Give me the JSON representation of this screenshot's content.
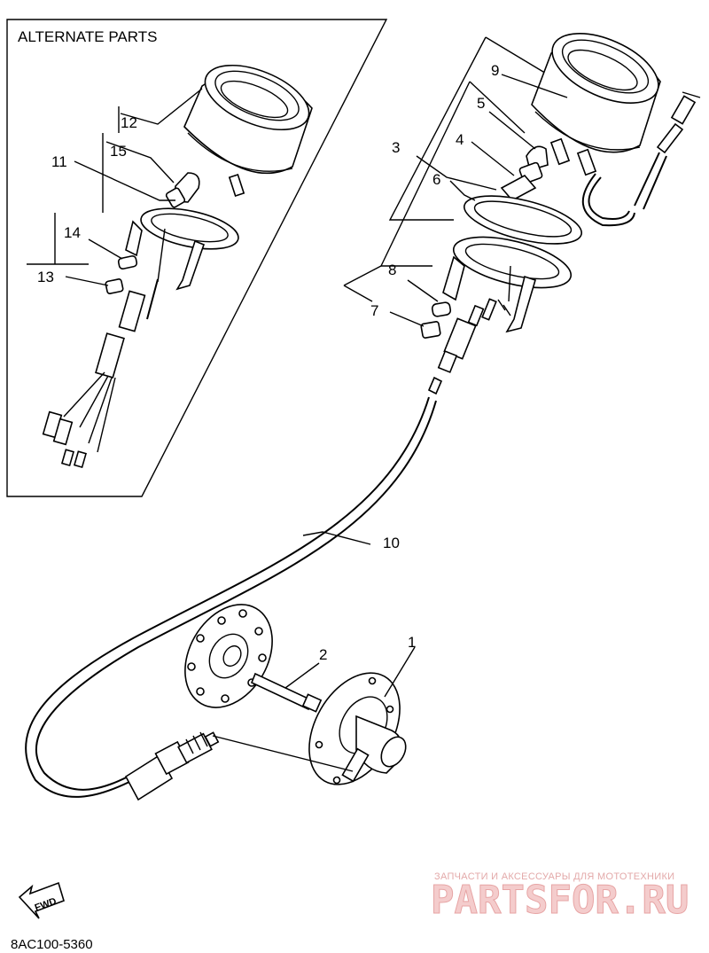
{
  "inset": {
    "title": "ALTERNATE PARTS"
  },
  "callouts": [
    {
      "id": "c1",
      "label": "1"
    },
    {
      "id": "c2",
      "label": "2"
    },
    {
      "id": "c3",
      "label": "3"
    },
    {
      "id": "c4",
      "label": "4"
    },
    {
      "id": "c5",
      "label": "5"
    },
    {
      "id": "c6",
      "label": "6"
    },
    {
      "id": "c7",
      "label": "7"
    },
    {
      "id": "c8",
      "label": "8"
    },
    {
      "id": "c9",
      "label": "9"
    },
    {
      "id": "c10",
      "label": "10"
    },
    {
      "id": "c11",
      "label": "11"
    },
    {
      "id": "c12",
      "label": "12"
    },
    {
      "id": "c13",
      "label": "13"
    },
    {
      "id": "c14",
      "label": "14"
    },
    {
      "id": "c15",
      "label": "15"
    }
  ],
  "fwd_label": "FWD",
  "diagram_code": "8AC100-5360",
  "watermark": {
    "tagline": "ЗАПЧАСТИ И АКСЕССУАРЫ ДЛЯ МОТОТЕХНИКИ",
    "brand": "PARTSFOR.RU"
  },
  "colors": {
    "line": "#000000",
    "watermark": "#f4cccc",
    "background": "#ffffff"
  }
}
